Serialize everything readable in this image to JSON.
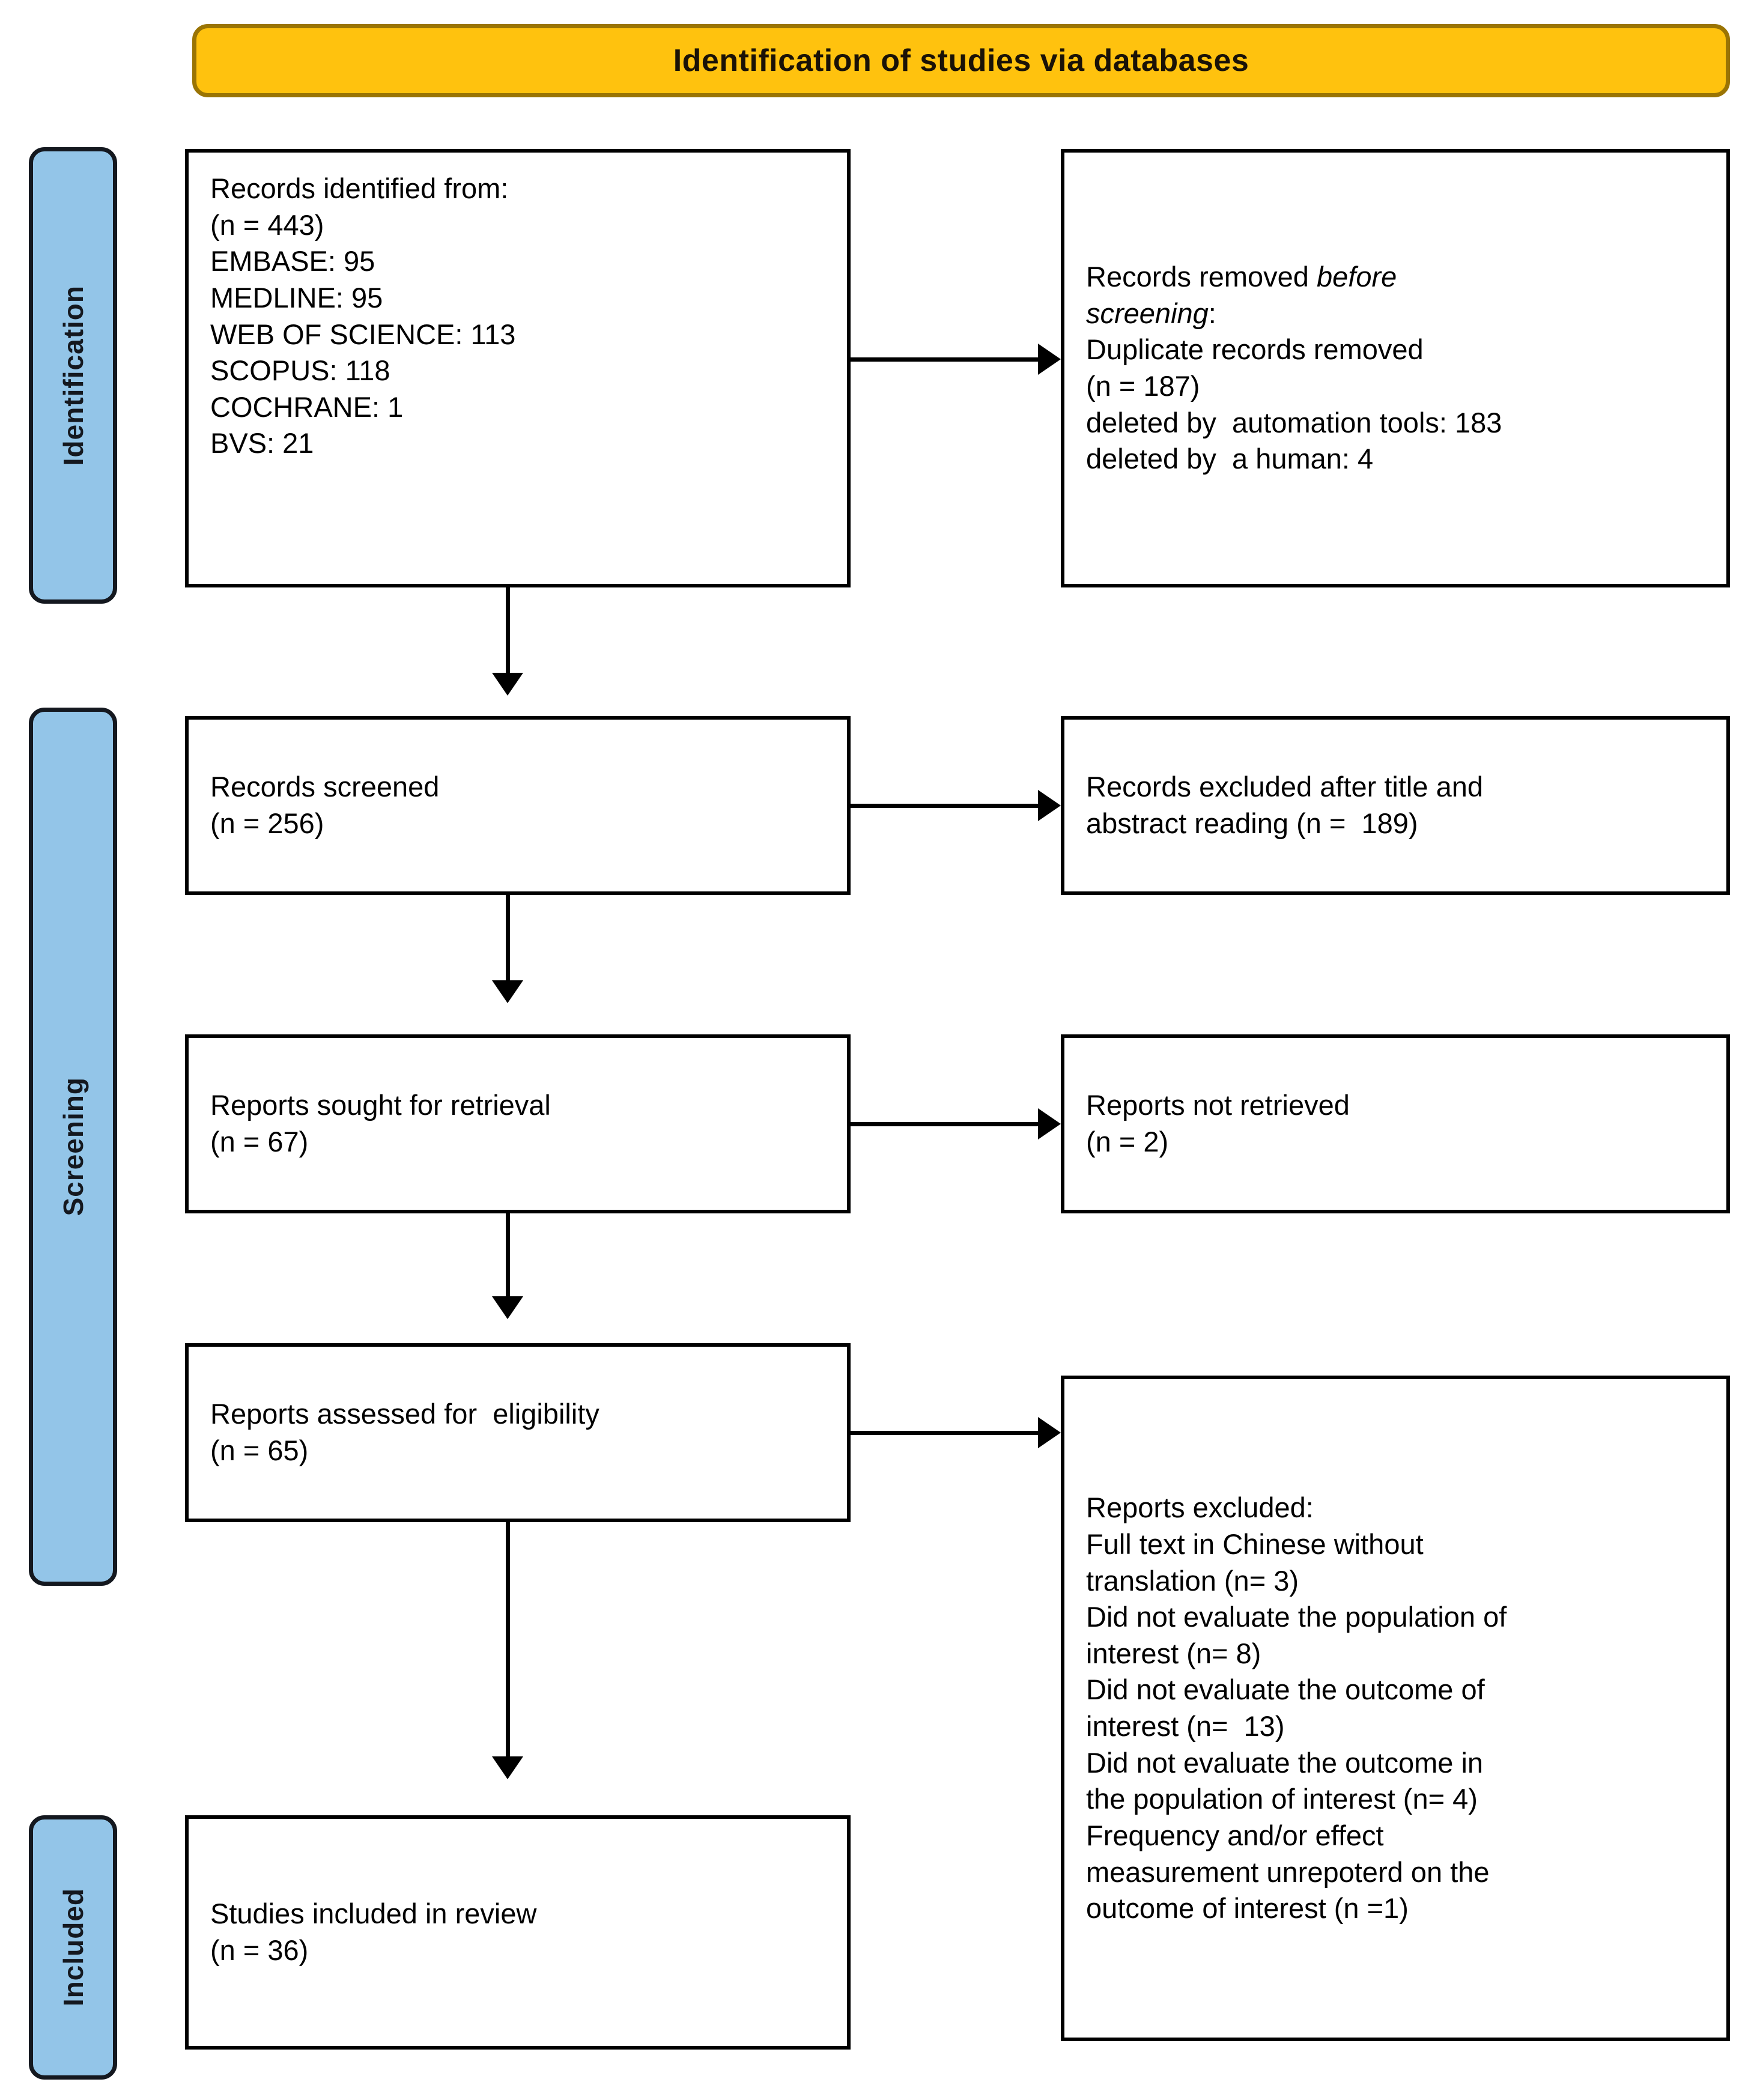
{
  "banner": {
    "title": "Identification of studies via databases"
  },
  "stages": [
    {
      "key": "identification",
      "label": "Identification"
    },
    {
      "key": "screening",
      "label": "Screening"
    },
    {
      "key": "included",
      "label": "Included"
    }
  ],
  "boxes": {
    "identified": {
      "name": "records-identified",
      "lines": [
        "Records identified from:",
        "(n = 443)",
        "EMBASE: 95",
        "MEDLINE: 95",
        "WEB OF SCIENCE: 113",
        "SCOPUS: 118",
        "COCHRANE: 1",
        "BVS: 21"
      ]
    },
    "removed": {
      "name": "records-removed-before-screening",
      "line_1a": "Records removed ",
      "line_1b": "before",
      "line_2a": "screening",
      "line_2b": ":",
      "lines": [
        "Duplicate records removed",
        "(n = 187)",
        "deleted by  automation tools: 183",
        "deleted by  a human: 4"
      ]
    },
    "screened": {
      "name": "records-screened",
      "lines": [
        "Records screened",
        "(n = 256)"
      ]
    },
    "excluded_title_abstract": {
      "name": "records-excluded-title-abstract",
      "lines": [
        "Records excluded after title and",
        "abstract reading (n =  189)"
      ]
    },
    "sought": {
      "name": "reports-sought-for-retrieval",
      "lines": [
        "Reports sought for retrieval",
        "(n = 67)"
      ]
    },
    "not_retrieved": {
      "name": "reports-not-retrieved",
      "lines": [
        "Reports not retrieved",
        "(n = 2)"
      ]
    },
    "assessed": {
      "name": "reports-assessed-for-eligibility",
      "lines": [
        "Reports assessed for  eligibility",
        "(n = 65)"
      ]
    },
    "reports_excluded": {
      "name": "reports-excluded",
      "lines": [
        "Reports excluded:",
        "Full text in Chinese without",
        "translation (n= 3)",
        "Did not evaluate the population of",
        "interest (n= 8)",
        "Did not evaluate the outcome of",
        "interest (n=  13)",
        "Did not evaluate the outcome in",
        "the population of interest (n= 4)",
        "Frequency and/or effect",
        "measurement unrepoterd on the",
        "outcome of interest (n =1)"
      ]
    },
    "included": {
      "name": "studies-included-in-review",
      "lines": [
        "Studies included in review",
        "(n = 36)"
      ]
    }
  },
  "colors": {
    "banner_fill": "#FFC20E",
    "banner_border": "#9A7404",
    "stage_fill": "#93C5E8",
    "stage_border": "#14181F",
    "box_border": "#000000",
    "connector": "#000000"
  },
  "chart_data": {
    "type": "diagram",
    "title": "Identification of studies via databases",
    "nodes": [
      {
        "id": "identified",
        "stage": "Identification",
        "label": "Records identified from",
        "n": 443,
        "sources": [
          {
            "name": "EMBASE",
            "n": 95
          },
          {
            "name": "MEDLINE",
            "n": 95
          },
          {
            "name": "WEB OF SCIENCE",
            "n": 113
          },
          {
            "name": "SCOPUS",
            "n": 118
          },
          {
            "name": "COCHRANE",
            "n": 1
          },
          {
            "name": "BVS",
            "n": 21
          }
        ]
      },
      {
        "id": "removed",
        "stage": "Identification",
        "label": "Records removed before screening: Duplicate records removed",
        "n": 187,
        "breakdown": [
          {
            "name": "deleted by automation tools",
            "n": 183
          },
          {
            "name": "deleted by a human",
            "n": 4
          }
        ]
      },
      {
        "id": "screened",
        "stage": "Screening",
        "label": "Records screened",
        "n": 256
      },
      {
        "id": "excluded_title_abstract",
        "stage": "Screening",
        "label": "Records excluded after title and abstract reading",
        "n": 189
      },
      {
        "id": "sought",
        "stage": "Screening",
        "label": "Reports sought for retrieval",
        "n": 67
      },
      {
        "id": "not_retrieved",
        "stage": "Screening",
        "label": "Reports not retrieved",
        "n": 2
      },
      {
        "id": "assessed",
        "stage": "Screening",
        "label": "Reports assessed for eligibility",
        "n": 65
      },
      {
        "id": "reports_excluded",
        "stage": "Screening",
        "label": "Reports excluded",
        "breakdown": [
          {
            "name": "Full text in Chinese without translation",
            "n": 3
          },
          {
            "name": "Did not evaluate the population of interest",
            "n": 8
          },
          {
            "name": "Did not evaluate the outcome of interest",
            "n": 13
          },
          {
            "name": "Did not evaluate the outcome in the population of interest",
            "n": 4
          },
          {
            "name": "Frequency and/or effect measurement unrepoterd on the outcome of interest",
            "n": 1
          }
        ]
      },
      {
        "id": "included",
        "stage": "Included",
        "label": "Studies included in review",
        "n": 36
      }
    ],
    "edges": [
      {
        "from": "identified",
        "to": "removed",
        "direction": "right"
      },
      {
        "from": "identified",
        "to": "screened",
        "direction": "down"
      },
      {
        "from": "screened",
        "to": "excluded_title_abstract",
        "direction": "right"
      },
      {
        "from": "screened",
        "to": "sought",
        "direction": "down"
      },
      {
        "from": "sought",
        "to": "not_retrieved",
        "direction": "right"
      },
      {
        "from": "sought",
        "to": "assessed",
        "direction": "down"
      },
      {
        "from": "assessed",
        "to": "reports_excluded",
        "direction": "right"
      },
      {
        "from": "assessed",
        "to": "included",
        "direction": "down"
      }
    ]
  }
}
